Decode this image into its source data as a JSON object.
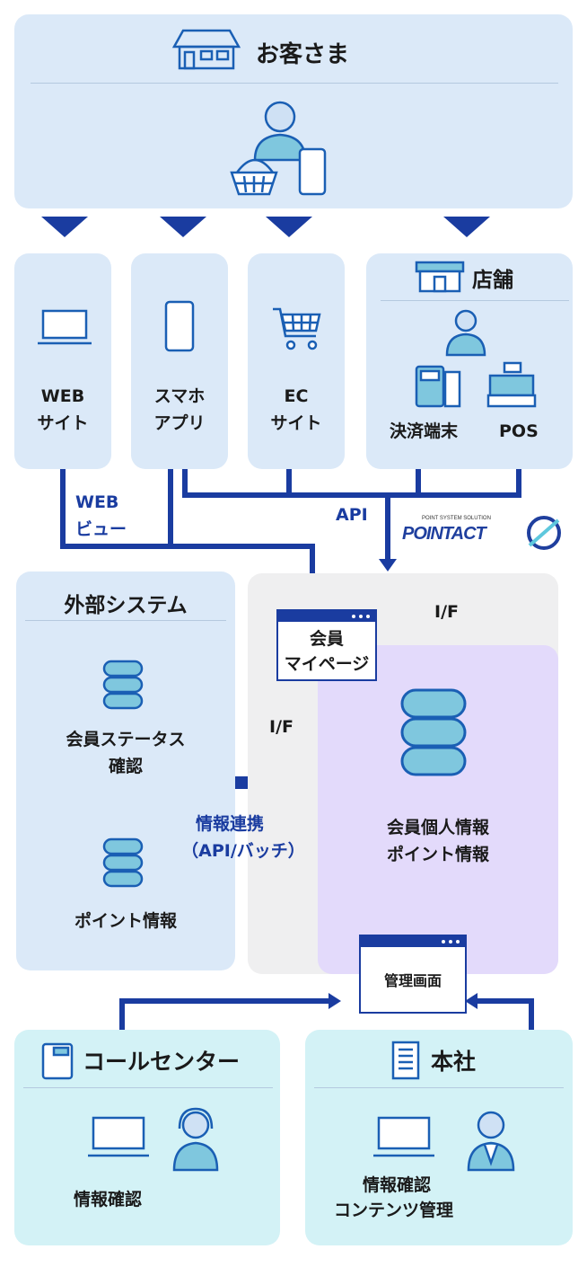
{
  "customer": {
    "title": "お客さま"
  },
  "web_site": {
    "line1": "WEB",
    "line2": "サイト"
  },
  "smartphone_app": {
    "line1": "スマホ",
    "line2": "アプリ"
  },
  "ec_site": {
    "line1": "EC",
    "line2": "サイト"
  },
  "store": {
    "title": "店舗",
    "payment_terminal": "決済端末",
    "pos": "POS"
  },
  "connectors": {
    "web_view_1": "WEB",
    "web_view_2": "ビュー",
    "api": "API",
    "if_top": "I/F",
    "if_left": "I/F"
  },
  "logo": {
    "text": "POINTACT",
    "tagline": "POINT SYSTEM SOLUTION"
  },
  "external_system": {
    "title": "外部システム",
    "status_1": "会員ステータス",
    "status_2": "確認",
    "points": "ポイント情報"
  },
  "data_link": {
    "line1": "情報連携",
    "line2": "（API/バッチ）"
  },
  "member_page": {
    "line1": "会員",
    "line2": "マイページ"
  },
  "member_db": {
    "line1": "会員個人情報",
    "line2": "ポイント情報"
  },
  "admin_screen": {
    "label": "管理画面"
  },
  "call_center": {
    "title": "コールセンター",
    "action": "情報確認"
  },
  "head_office": {
    "title": "本社",
    "action_1": "情報確認",
    "action_2": "コンテンツ管理"
  },
  "colors": {
    "navy": "#1a3ca0",
    "icon_blue": "#1a5fb4",
    "light_blue": "#dbe9f8",
    "gray": "#efeff0",
    "purple": "#e3dafb",
    "cyan": "#d3f2f6",
    "accent_cyan": "#5ec8dd"
  }
}
